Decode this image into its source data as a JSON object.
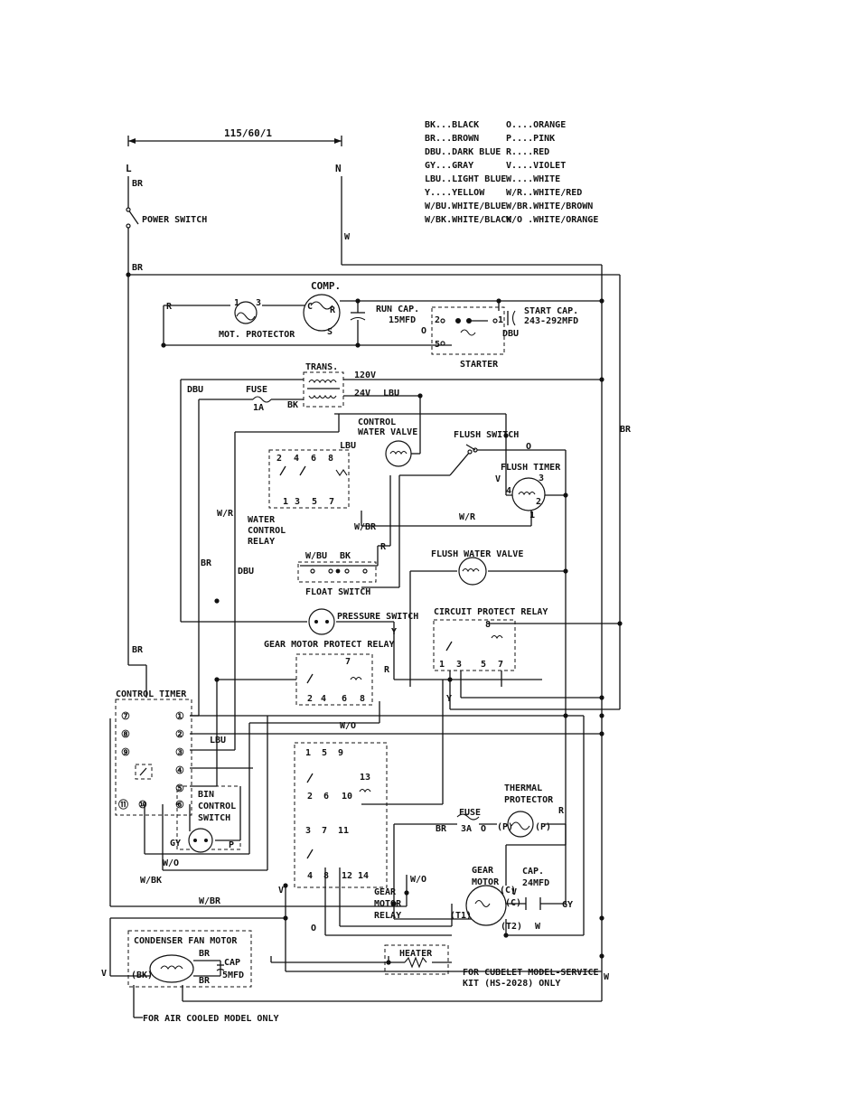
{
  "supply": {
    "rating": "115/60/1",
    "line": "L",
    "neutral": "N"
  },
  "legend": [
    [
      "BK...BLACK",
      "O....ORANGE"
    ],
    [
      "BR...BROWN",
      "P....PINK"
    ],
    [
      "DBU..DARK BLUE",
      "R....RED"
    ],
    [
      "GY...GRAY",
      "V....VIOLET"
    ],
    [
      "LBU..LIGHT BLUE",
      "W....WHITE"
    ],
    [
      "Y....YELLOW",
      "W/R..WHITE/RED"
    ],
    [
      "W/BU.WHITE/BLUE",
      "W/BR.WHITE/BROWN"
    ],
    [
      "W/BK.WHITE/BLACK",
      "W/O .WHITE/ORANGE"
    ]
  ],
  "components": {
    "power_switch": "POWER SWITCH",
    "comp": "COMP.",
    "mot_protector": "MOT. PROTECTOR",
    "run_cap": [
      "RUN CAP.",
      "15MFD"
    ],
    "start_cap": [
      "START CAP.",
      "243-292MFD"
    ],
    "starter": "STARTER",
    "trans": "TRANS.",
    "trans_120": "120V",
    "trans_24": "24V",
    "fuse1": [
      "FUSE",
      "1A"
    ],
    "control_water_valve": [
      "CONTROL",
      "WATER VALVE"
    ],
    "flush_switch": "FLUSH SWITCH",
    "flush_timer": "FLUSH TIMER",
    "water_control_relay": [
      "WATER",
      "CONTROL",
      "RELAY"
    ],
    "float_switch": "FLOAT SWITCH",
    "flush_water_valve": "FLUSH WATER VALVE",
    "circuit_protect_relay": "CIRCUIT PROTECT RELAY",
    "pressure_switch": "PRESSURE SWITCH",
    "gear_motor_protect_relay": "GEAR MOTOR PROTECT RELAY",
    "control_timer": "CONTROL TIMER",
    "bin_control_switch": [
      "BIN",
      "CONTROL",
      "SWITCH"
    ],
    "thermal_protector": [
      "THERMAL",
      "PROTECTOR"
    ],
    "fuse3": [
      "FUSE",
      "3A"
    ],
    "gear_motor": [
      "GEAR",
      "MOTOR"
    ],
    "cap24": [
      "CAP.",
      "24MFD"
    ],
    "gear_motor_relay": [
      "GEAR",
      "MOTOR",
      "RELAY"
    ],
    "condenser_fan_motor": "CONDENSER FAN MOTOR",
    "fan_cap": [
      "CAP",
      "5MFD"
    ],
    "heater": "HEATER",
    "cubelet_note": [
      "FOR CUBELET MODEL-SERVICE",
      "KIT (HS-2028) ONLY"
    ],
    "air_cooled_note": "FOR AIR COOLED MODEL ONLY"
  },
  "wire_labels": {
    "br": "BR",
    "w": "W",
    "r": "R",
    "dbu": "DBU",
    "bk": "BK",
    "lbu": "LBU",
    "wr": "W/R",
    "wbr": "W/BR",
    "wbu": "W/BU",
    "o": "O",
    "y": "Y",
    "v": "V",
    "wo": "W/O",
    "wbk": "W/BK",
    "gy": "GY",
    "p": "P",
    "s": "S",
    "c": "C",
    "t1": "(T1)",
    "t2": "(T2)",
    "pp": "(P)",
    "cc": "(C)",
    "bkp": "(BK)"
  },
  "terminals": {
    "one": "1",
    "two": "2",
    "three": "3",
    "four": "4",
    "five": "5",
    "six": "6",
    "seven": "7",
    "eight": "8",
    "nine": "9",
    "ten": "10",
    "eleven": "11",
    "twelve": "12",
    "thirteen": "13",
    "fourteen": "14",
    "c1": "①",
    "c2": "②",
    "c3": "③",
    "c4": "④",
    "c5": "⑤",
    "c6": "⑥",
    "c7": "⑦",
    "c8": "⑧",
    "c9": "⑨",
    "c10": "⑩",
    "c11": "⑪"
  }
}
